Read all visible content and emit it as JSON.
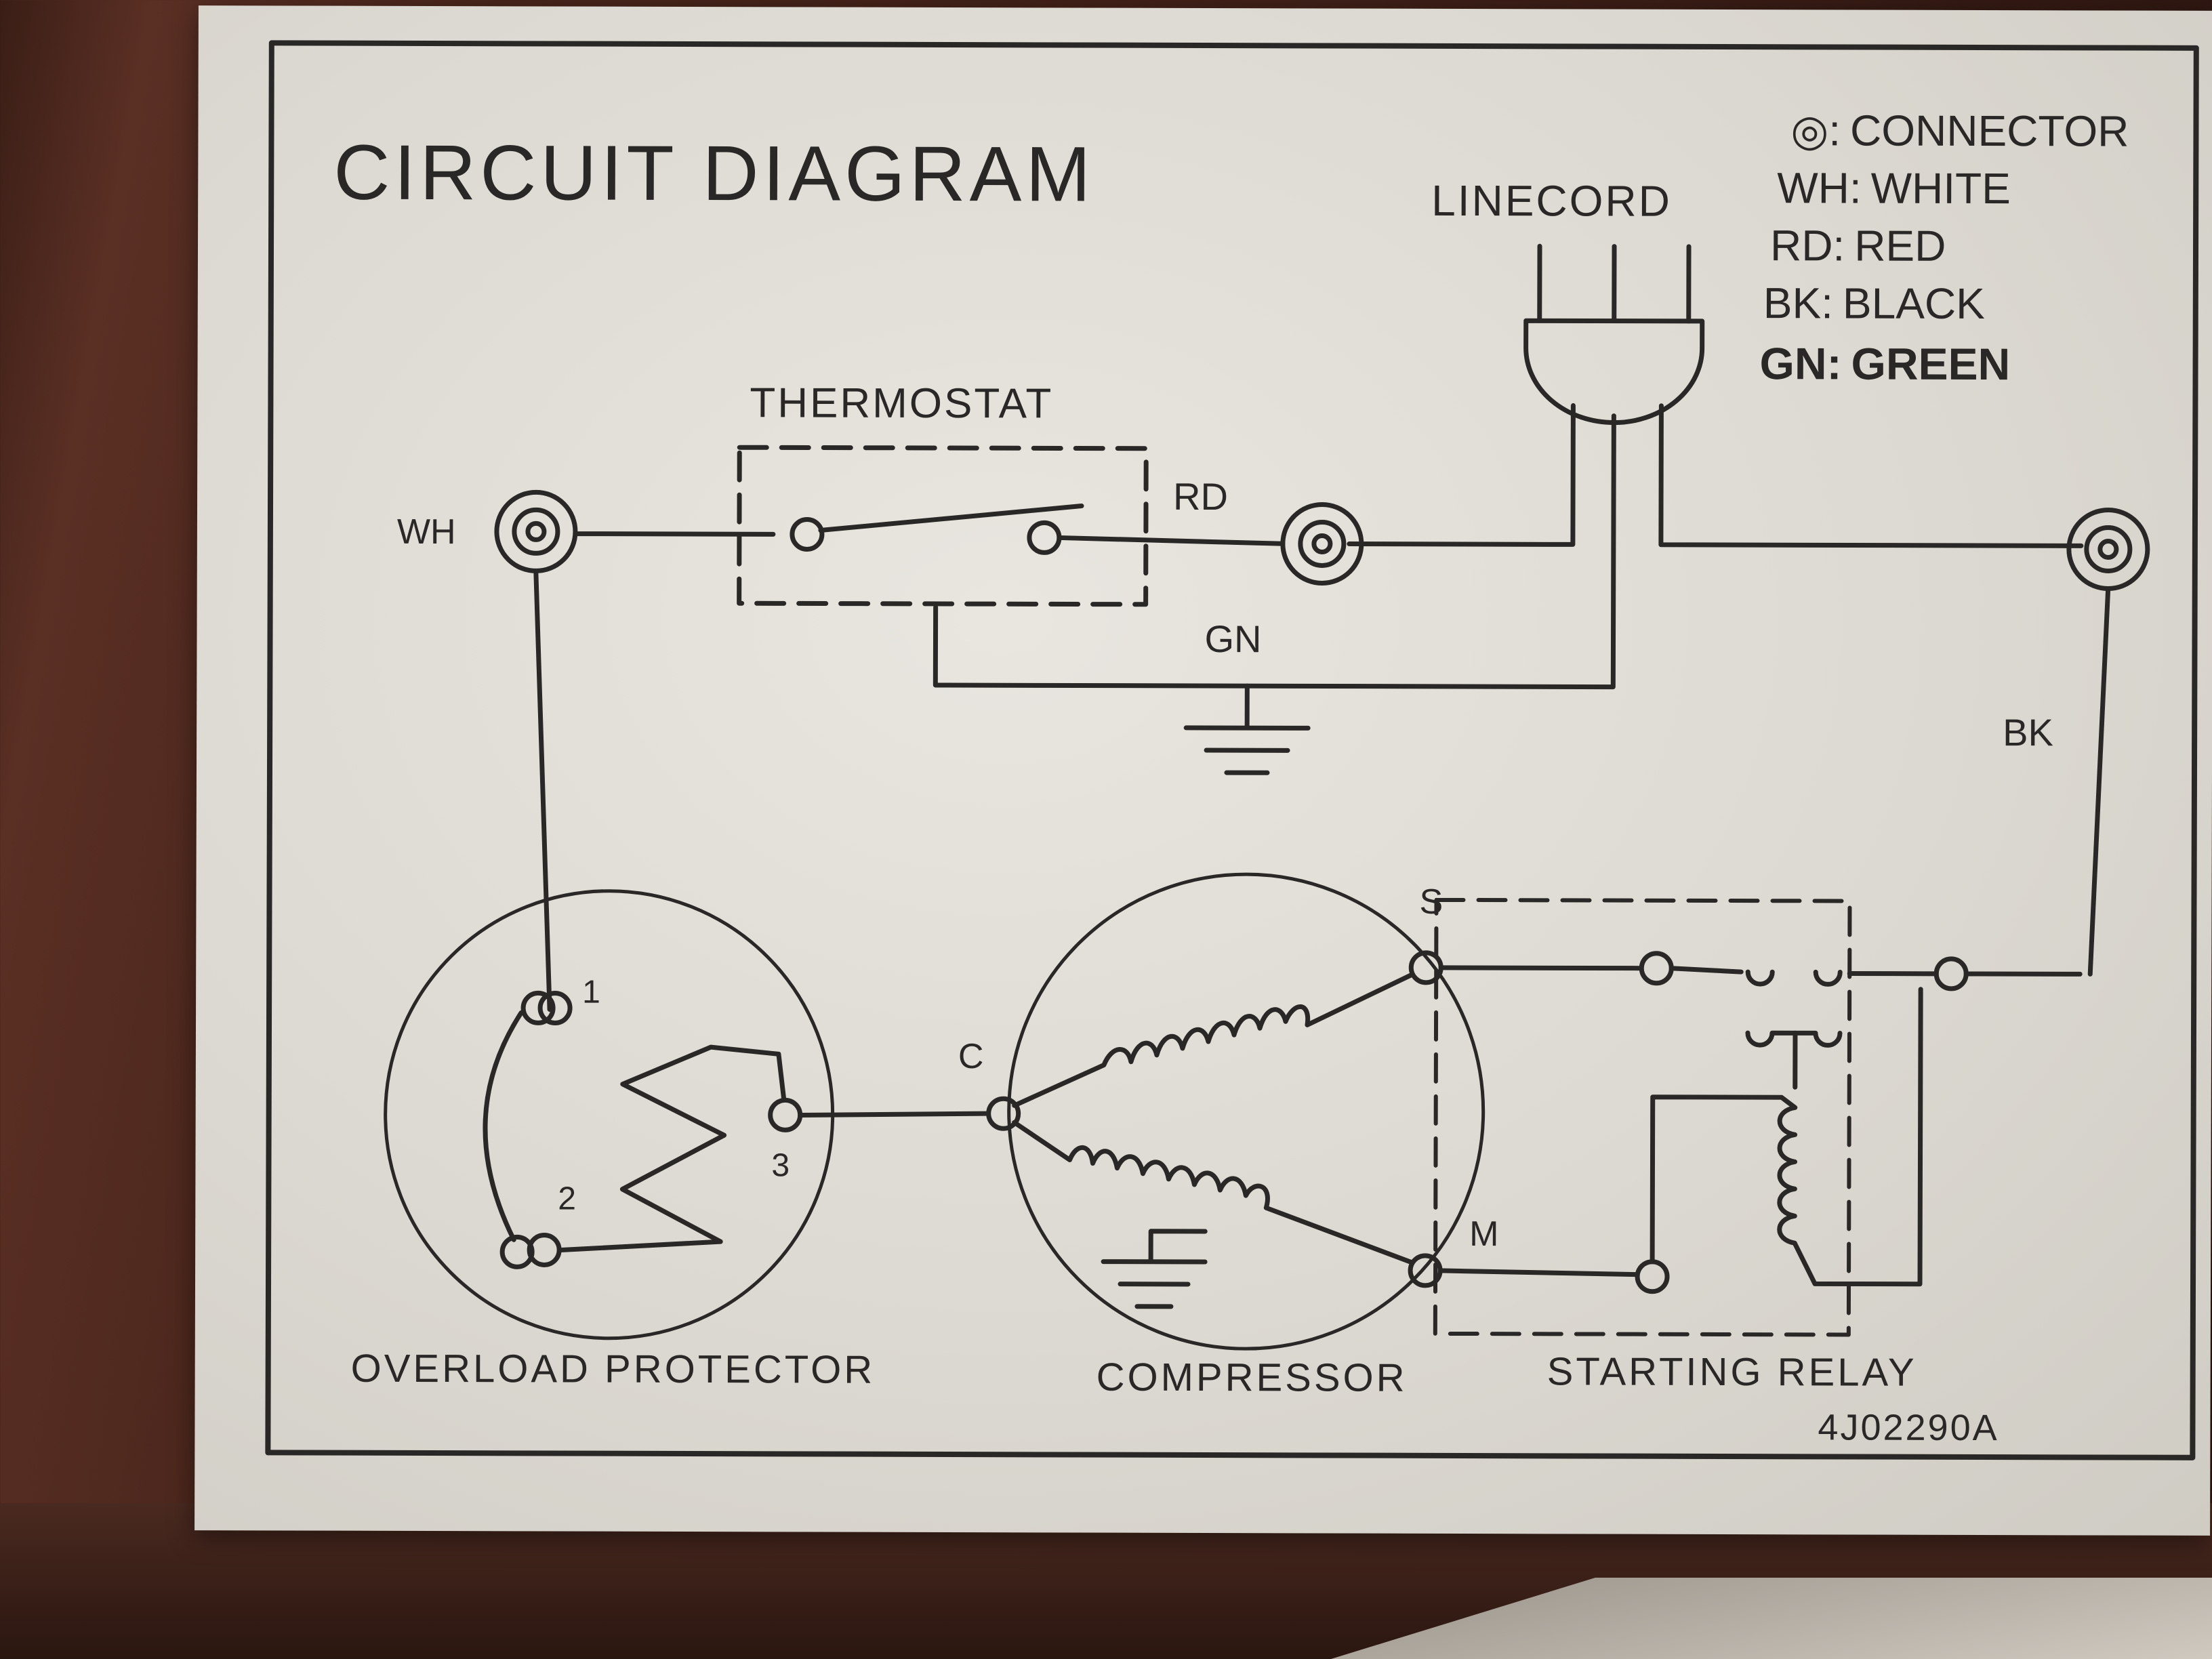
{
  "diagram": {
    "title": "CIRCUIT DIAGRAM",
    "legend": [
      {
        "key": "◎",
        "sep": ":",
        "value": "CONNECTOR"
      },
      {
        "key": "WH",
        "sep": ":",
        "value": "WHITE"
      },
      {
        "key": "RD",
        "sep": ":",
        "value": "RED"
      },
      {
        "key": "BK",
        "sep": ":",
        "value": "BLACK"
      },
      {
        "key": "GN",
        "sep": ":",
        "value": "GREEN"
      }
    ],
    "linecord_label": "LINECORD",
    "thermostat_label": "THERMOSTAT",
    "wire_labels": {
      "wh": "WH",
      "rd": "RD",
      "gn": "GN",
      "bk": "BK"
    },
    "overload_protector": {
      "label": "OVERLOAD PROTECTOR",
      "terminals": [
        "1",
        "2",
        "3"
      ]
    },
    "compressor": {
      "label": "COMPRESSOR",
      "terminals": {
        "common": "C",
        "start": "S",
        "main": "M"
      }
    },
    "starting_relay_label": "STARTING RELAY",
    "part_number": "4J02290A"
  }
}
